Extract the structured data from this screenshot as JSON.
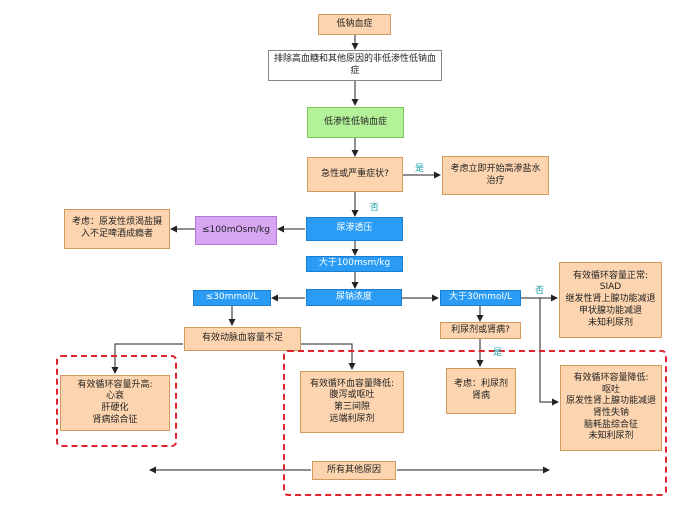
{
  "nodes": {
    "hyponatremia": "低钠血症",
    "exclude": "排除高血糖和其他原因的非低渗性低钠血症",
    "hypotonic": "低渗性低钠血症",
    "acute": "急性或严重症状?",
    "hypertonic_tx": "考虑立即开始高渗盐水治疗",
    "urine_osm": "尿渗透压",
    "lt100": "≤100mOsm/kg",
    "primary_polydipsia": "考虑：原发性烦渴盐摄入不足啤酒成瘾者",
    "gt100": "大于100msm/kg",
    "urine_na": "尿钠浓度",
    "le30": "≤30mmol/L",
    "gt30": "大于30mmol/L",
    "ineffective_vol": "有效动脉血容量不足",
    "diuretic_q": "利尿剂或肾病?",
    "consider_diuretic": "考虑：利尿剂肾病",
    "all_others": "所有其他原因"
  },
  "vol_high": {
    "title": "有效循环容量升高:",
    "items": [
      "心衰",
      "肝硬化",
      "肾病综合征"
    ]
  },
  "vol_low_a": {
    "title": "有效循环血容量降低:",
    "items": [
      "腹泻或呕吐",
      "第三间隙",
      "远端利尿剂"
    ]
  },
  "vol_normal": {
    "title": "有效循环容量正常:",
    "items": [
      "SIAD",
      "继发性肾上腺功能减退",
      "甲状腺功能减退",
      "未知利尿剂"
    ]
  },
  "vol_low_b": {
    "title": "有效循环容量降低:",
    "items": [
      "呕吐",
      "原发性肾上腺功能减退",
      "肾性失钠",
      "脑耗盐综合征",
      "未知利尿剂"
    ]
  },
  "labels": {
    "yes1": "是",
    "no1": "否",
    "no2": "否",
    "yes2": "是"
  }
}
